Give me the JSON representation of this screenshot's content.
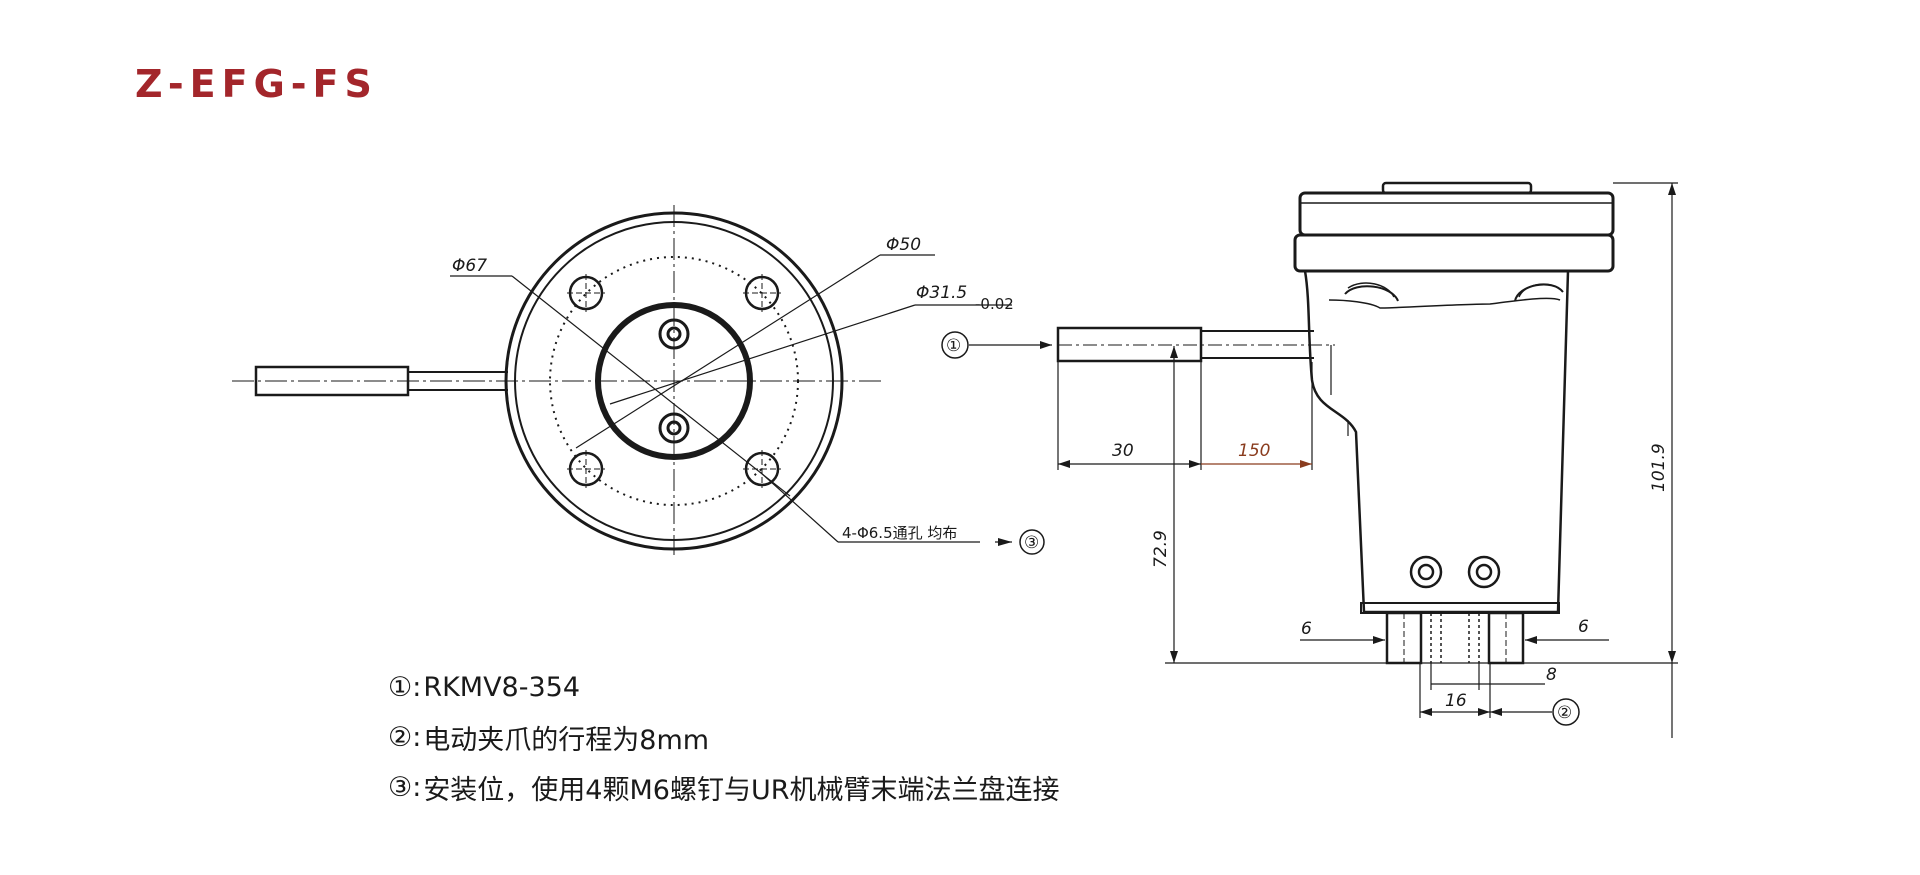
{
  "title": "Z-EFG-FS",
  "top_view": {
    "dia_outer": "Φ67",
    "dia_bolt_circle": "Φ50",
    "dia_center": "Φ31.5",
    "dia_center_tol": "-0.02",
    "holes": "4-Φ6.5通孔 均布",
    "holes_ref": "③"
  },
  "side_view": {
    "cable_ref": "①",
    "dim_cable": "30",
    "dim_cable2": "150",
    "dim_height_total": "101.9",
    "dim_height_cable": "72.9",
    "dim_left": "6",
    "dim_right": "6",
    "dim_jaw_gap": "16",
    "dim_jaw_stroke": "8",
    "stroke_ref": "②"
  },
  "notes": [
    {
      "mark": "①:",
      "text": "RKMV8-354"
    },
    {
      "mark": "②:",
      "text": "电动夹爪的行程为8mm"
    },
    {
      "mark": "③:",
      "text": "安装位，使用4颗M6螺钉与UR机械臂末端法兰盘连接"
    }
  ],
  "colors": {
    "title": "#a3262b",
    "line": "#1a1a1a",
    "dim_brown": "#8a3c1e"
  }
}
